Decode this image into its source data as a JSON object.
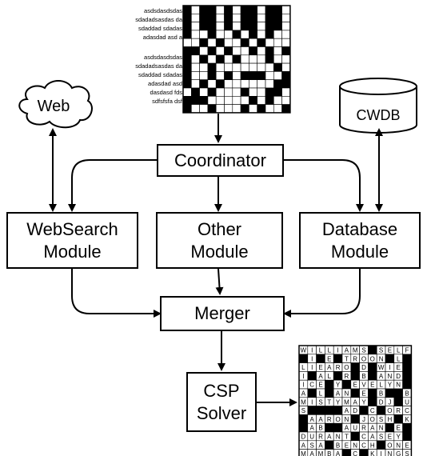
{
  "clues": {
    "group_a": [
      "asdsdasdsdas",
      "sdadadsasdas da",
      "sdaddad sdadas",
      "adasdad asd a"
    ],
    "group_b": [
      "asdsdasdsdas",
      "sdadadsasdas da",
      "sdaddad sdadas",
      "adasdad asd",
      "dasdasd fds",
      "sdfsfsfa dsf"
    ]
  },
  "nodes": {
    "web": "Web",
    "cwdb": "CWDB",
    "coordinator": "Coordinator",
    "websearch": "WebSearch\nModule",
    "other": "Other\nModule",
    "database": "Database\nModule",
    "merger": "Merger",
    "csp": "CSP\nSolver"
  },
  "empty_grid": [
    "1011010110110",
    "1011010110110",
    "1011010110110",
    "1001001010100",
    "0010100101000",
    "1101010010101",
    "1010101000100",
    "1001000000010",
    "1001010111001",
    "1010100000011",
    "0101000100110",
    "1110000010100",
    "1001000101001"
  ],
  "solved_grid": [
    "WILLIAMS#SELF",
    "#I#E#TROON#L#",
    "LIEARO#D#WIE#",
    "I#AL#R#B#AND#",
    "ICE#Y#EVELYN#",
    "A#L#AN#E#B##B",
    "MISTYMAY#DJ#U",
    "S####AD#C#ORC",
    "#AARON#JOSH#K",
    "#AB##AURAN#E#",
    "DURANT#CASEY#",
    "ASA#BENCH#ONE",
    "MAMBA#C#KINGS"
  ]
}
